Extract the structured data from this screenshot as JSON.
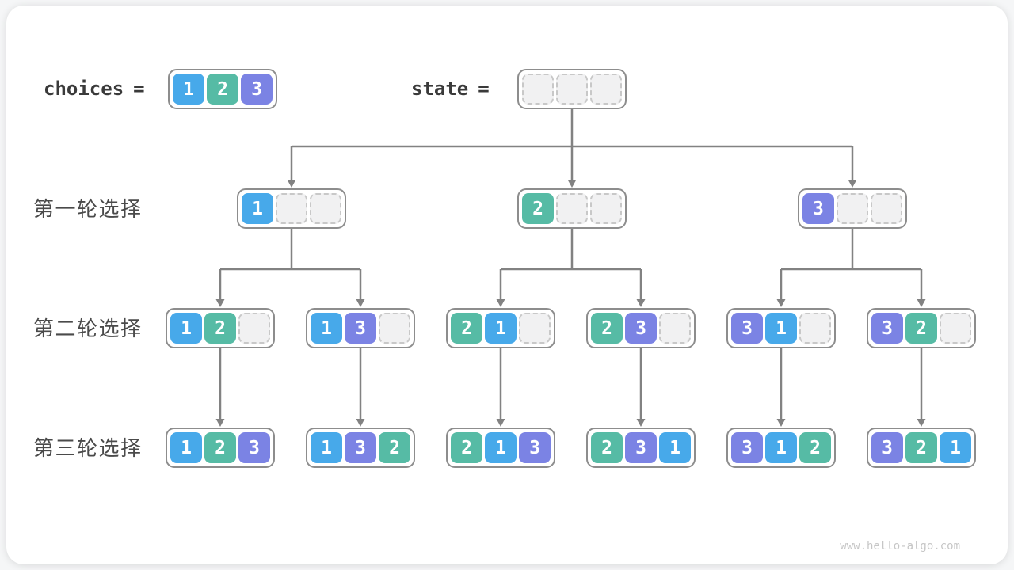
{
  "header": {
    "choices_label": "choices",
    "state_label": "state",
    "equals": "=",
    "choices_cells": [
      "1",
      "2",
      "3"
    ],
    "state_cells": [
      null,
      null,
      null
    ]
  },
  "levels": [
    {
      "label": "第一轮选择",
      "nodes": [
        [
          "1",
          null,
          null
        ],
        [
          "2",
          null,
          null
        ],
        [
          "3",
          null,
          null
        ]
      ]
    },
    {
      "label": "第二轮选择",
      "nodes": [
        [
          "1",
          "2",
          null
        ],
        [
          "1",
          "3",
          null
        ],
        [
          "2",
          "1",
          null
        ],
        [
          "2",
          "3",
          null
        ],
        [
          "3",
          "1",
          null
        ],
        [
          "3",
          "2",
          null
        ]
      ]
    },
    {
      "label": "第三轮选择",
      "nodes": [
        [
          "1",
          "2",
          "3"
        ],
        [
          "1",
          "3",
          "2"
        ],
        [
          "2",
          "1",
          "3"
        ],
        [
          "2",
          "3",
          "1"
        ],
        [
          "3",
          "1",
          "2"
        ],
        [
          "3",
          "2",
          "1"
        ]
      ]
    }
  ],
  "colors": {
    "c1": "#47A9EA",
    "c2": "#56BBA5",
    "c3": "#7B83E4",
    "connector": "#828282",
    "box_border": "#8d8d8d",
    "empty_fill": "#F1F1F2",
    "empty_border": "#C8C8C8"
  },
  "watermark": "www.hello-algo.com"
}
